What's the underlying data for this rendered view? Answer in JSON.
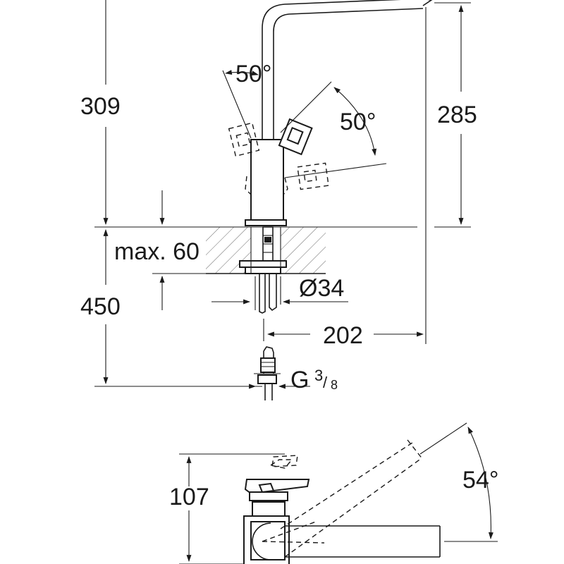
{
  "dimensions": {
    "height_309": "309",
    "height_285": "285",
    "angle_lever_left": "50°",
    "angle_lever_right": "50°",
    "max_deck": "max. 60",
    "hole_diameter": "Ø34",
    "height_450": "450",
    "reach_202": "202",
    "thread_G": "G",
    "thread_num": "3",
    "thread_slash": "/",
    "thread_den": "8",
    "plan_107": "107",
    "swivel_angle": "54°"
  }
}
